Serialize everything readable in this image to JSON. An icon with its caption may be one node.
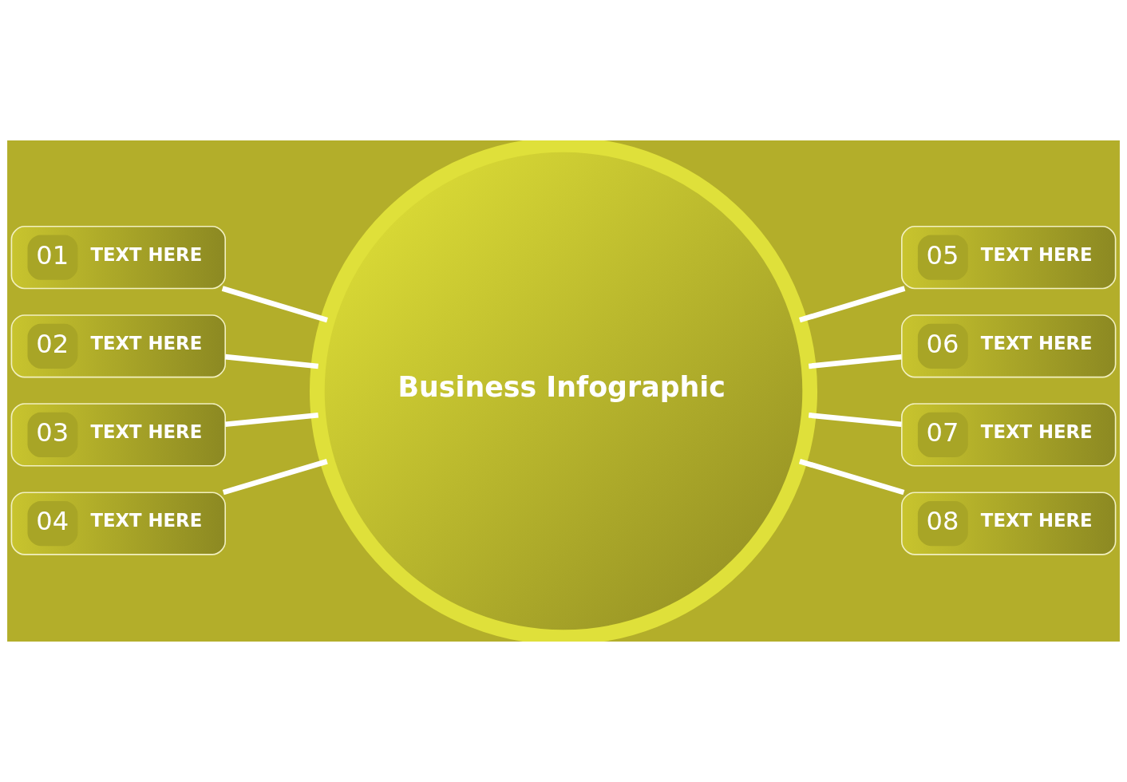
{
  "diagram": {
    "nodes": [
      {
        "text": [
          "Business Infographic"
        ]
      },
      {
        "text": [
          "01",
          "TEXT HERE"
        ]
      },
      {
        "text": [
          "02",
          "TEXT HERE"
        ]
      },
      {
        "text": [
          "03",
          "TEXT HERE"
        ]
      },
      {
        "text": [
          "04",
          "TEXT HERE"
        ]
      },
      {
        "text": [
          "05",
          "TEXT HERE"
        ]
      },
      {
        "text": [
          "06",
          "TEXT HERE"
        ]
      },
      {
        "text": [
          "07",
          "TEXT HERE"
        ]
      },
      {
        "text": [
          "08",
          "TEXT HERE"
        ]
      }
    ],
    "edges": [
      {
        "from": 0,
        "to": 1,
        "arrow": "none"
      },
      {
        "from": 0,
        "to": 2,
        "arrow": "none"
      },
      {
        "from": 0,
        "to": 3,
        "arrow": "none"
      },
      {
        "from": 0,
        "to": 4,
        "arrow": "none"
      },
      {
        "from": 0,
        "to": 5,
        "arrow": "none"
      },
      {
        "from": 0,
        "to": 6,
        "arrow": "none"
      },
      {
        "from": 0,
        "to": 7,
        "arrow": "none"
      },
      {
        "from": 0,
        "to": 8,
        "arrow": "none"
      }
    ]
  }
}
